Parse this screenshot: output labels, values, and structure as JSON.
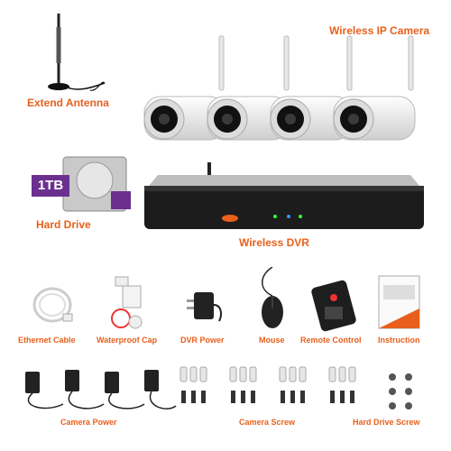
{
  "labels": {
    "wireless_ip_camera": "Wireless IP Camera",
    "extend_antenna": "Extend Antenna",
    "hard_drive": "Hard Drive",
    "capacity": "1TB",
    "wireless_dvr": "Wireless DVR",
    "ethernet_cable": "Ethernet Cable",
    "waterproof_cap": "Waterproof Cap",
    "dvr_power": "DVR Power",
    "mouse": "Mouse",
    "remote_control": "Remote Control",
    "instruction": "Instruction",
    "camera_power": "Camera Power",
    "camera_screw": "Camera Screw",
    "hard_drive_screw": "Hard Drive Screw"
  },
  "colors": {
    "label": "#e8601c",
    "hdd_label": "#6b2f8f",
    "dvr_body": "#1c1c1c",
    "camera_body": "#f4f4f4"
  }
}
